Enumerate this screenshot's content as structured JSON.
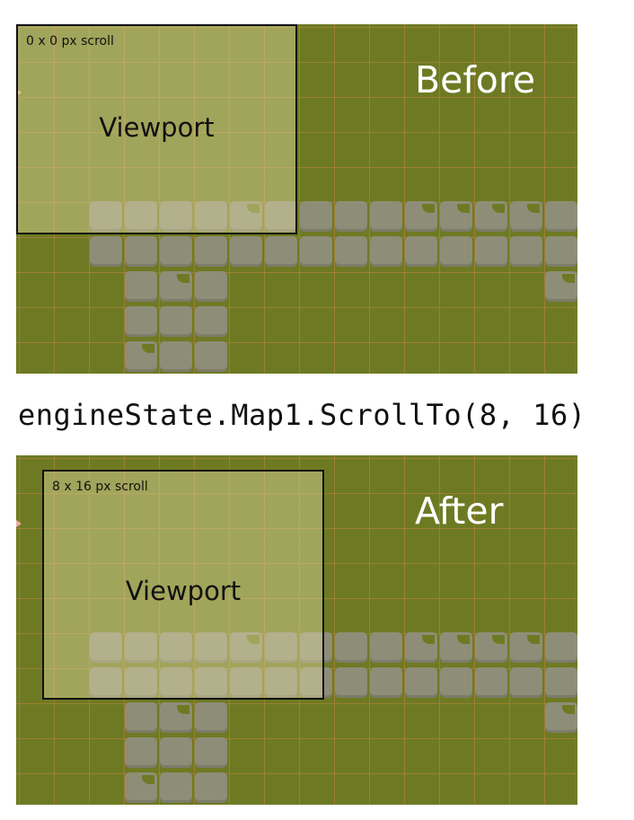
{
  "before": {
    "label": "Before",
    "scroll_text": "0 x 0 px scroll",
    "viewport_label": "Viewport"
  },
  "code": {
    "text": "engineState.Map1.ScrollTo(8, 16)"
  },
  "after": {
    "label": "After",
    "scroll_text": "8 x 16 px scroll",
    "viewport_label": "Viewport"
  },
  "colors": {
    "grass": "#6e7a23",
    "grid_line": "#d68246",
    "stone_tile": "#8e8e78",
    "viewport_fill": "#e6e1aa",
    "viewport_border": "#111111",
    "label_text": "#ffffff"
  }
}
